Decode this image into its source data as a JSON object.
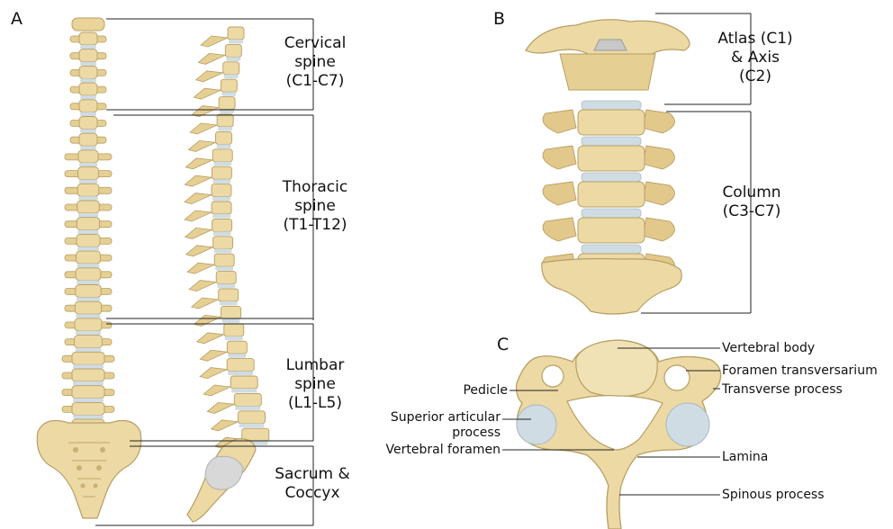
{
  "panels": {
    "a": "A",
    "b": "B",
    "c": "C"
  },
  "spine_regions": {
    "cervical": [
      "Cervical",
      "spine",
      "(C1-C7)"
    ],
    "thoracic": [
      "Thoracic",
      "spine",
      "(T1-T12)"
    ],
    "lumbar": [
      "Lumbar",
      "spine",
      "(L1-L5)"
    ],
    "sacrum": [
      "Sacrum &",
      "Coccyx"
    ]
  },
  "cervical_column": {
    "atlas_axis": [
      "Atlas (C1)",
      "& Axis",
      "(C2)"
    ],
    "column": [
      "Column",
      "(C3-C7)"
    ]
  },
  "vertebra_parts": {
    "vertebral_body": "Vertebral body",
    "foramen_transversarium": "Foramen transversarium",
    "transverse_process": "Transverse process",
    "lamina": "Lamina",
    "spinous_process": "Spinous process",
    "pedicle": "Pedicle",
    "superior_articular": [
      "Superior articular",
      "process"
    ],
    "vertebral_foramen": "Vertebral foramen"
  },
  "colors": {
    "bone": "#ecd9a4",
    "bone_edge": "#b79f64",
    "disc": "#cfdce3",
    "cartilage": "#c8d6df",
    "line": "#222222"
  }
}
